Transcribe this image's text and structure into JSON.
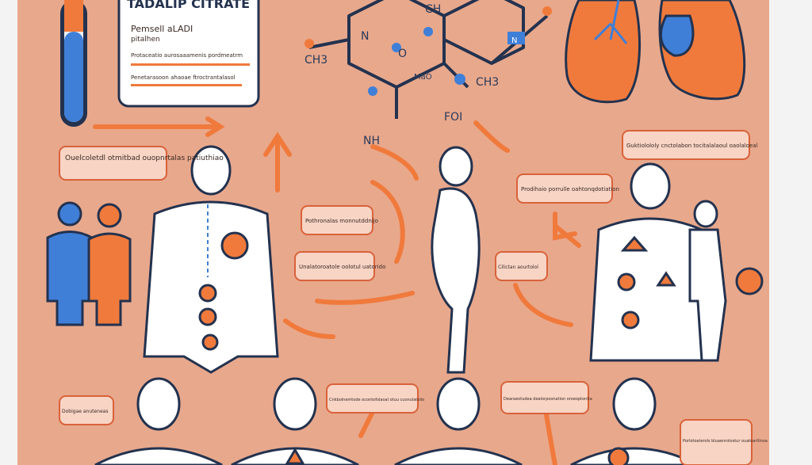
{
  "colors": {
    "background": "#e8a88c",
    "border": "#f3f3f4",
    "accent_orange": "#f07a3c",
    "accent_blue": "#3f7fd8",
    "navy": "#23324f",
    "figure_fill": "#ffffff",
    "callout_fill": "#f7d4c4",
    "callout_border": "#d9623a"
  },
  "bottle": {
    "title": "TADALIP CITRATE",
    "line1": "Pemsell aLADI",
    "line2": "pitalhen",
    "line3": "Protaceatio aurosaaamenis pordmeatrm",
    "line4": "Penetarasoon ahaoae ftroctrantalasol"
  },
  "molecule": {
    "labels": [
      "CH3",
      "N",
      "CH",
      "O",
      "MaO",
      "CH3",
      "NH",
      "FOI",
      "N"
    ]
  },
  "callouts": [
    {
      "id": "c1",
      "text": "Ouelcoletdl otmitbad ouopnrtalas patiuthiao"
    },
    {
      "id": "c2",
      "text": "Pothronalas monnutddnijo"
    },
    {
      "id": "c3",
      "text": "Unalatoroatole oolotul uatorido"
    },
    {
      "id": "c4",
      "text": "Prodihaio porrulle oahtonqdotiation"
    },
    {
      "id": "c5",
      "text": "Guktiolololy cnctolabon tocitalalaoul oaolaloeal"
    },
    {
      "id": "c6",
      "text": "Cilictan aourtolol"
    },
    {
      "id": "c7",
      "text": "Dobigae anuteneas"
    },
    {
      "id": "c8",
      "text": "Cnkbolnemtode ocontofolaoal otuu cuonulatolio"
    },
    {
      "id": "c9",
      "text": "Dearaeotudea dealorpoonation oroeoptonlta"
    },
    {
      "id": "c10",
      "text": "Porlotoaterols bluaenrolostur ouatoarllinoa"
    }
  ],
  "figures": [
    {
      "id": "couple",
      "icon": "couple-icon"
    },
    {
      "id": "torso-main",
      "icon": "torso-icon"
    },
    {
      "id": "side-figure",
      "icon": "standing-figure-icon"
    },
    {
      "id": "torso-right",
      "icon": "torso-icon"
    },
    {
      "id": "lungs",
      "icon": "lungs-icon"
    },
    {
      "id": "test-tube",
      "icon": "test-tube-icon"
    }
  ]
}
